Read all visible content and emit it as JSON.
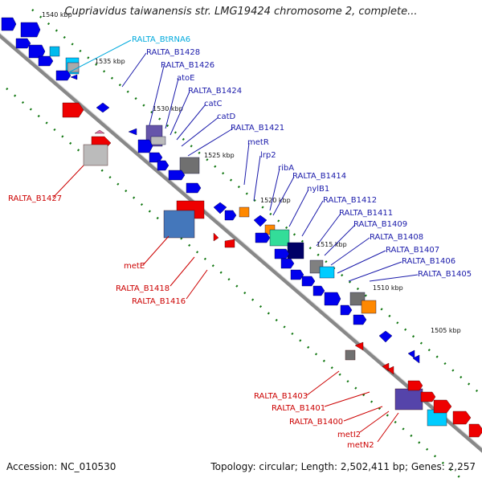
{
  "title": "Cupriavidus taiwanensis str. LMG19424 chromosome 2, complete...",
  "accession": "Accession: NC_010530",
  "stats": "Topology: circular; Length: 2,502,411 bp; Genes: 2,257",
  "ticks": [
    "1540 kbp",
    "1535 kbp",
    "1530 kbp",
    "1525 kbp",
    "1520 kbp",
    "1515 kbp",
    "1510 kbp",
    "1505 kbp"
  ],
  "forward_labels": [
    "RALTA_BtRNA6",
    "RALTA_B1428",
    "RALTA_B1426",
    "atoE",
    "RALTA_B1424",
    "catC",
    "catD",
    "RALTA_B1421",
    "metR",
    "lrp2",
    "ribA",
    "RALTA_B1414",
    "nylB1",
    "RALTA_B1412",
    "RALTA_B1411",
    "RALTA_B1409",
    "RALTA_B1408",
    "RALTA_B1407",
    "RALTA_B1406",
    "RALTA_B1405"
  ],
  "reverse_labels": [
    "RALTA_B1427",
    "metE",
    "RALTA_B1418",
    "RALTA_B1416",
    "RALTA_B1403",
    "RALTA_B1401",
    "RALTA_B1400",
    "metI2",
    "metN2"
  ],
  "colors": {
    "backbone": "#808080",
    "forward_gene": "#0000ee",
    "reverse_gene": "#ee0000",
    "trna": "#00bbee",
    "label_forward": "#1a1aaa",
    "label_reverse": "#cc0000",
    "label_trna": "#00aadd",
    "tick_dot": "#117711",
    "orange": "#ff8800",
    "teal": "#33dd99",
    "purple": "#5544aa",
    "gray": "#808080",
    "steel": "#4477bb"
  }
}
